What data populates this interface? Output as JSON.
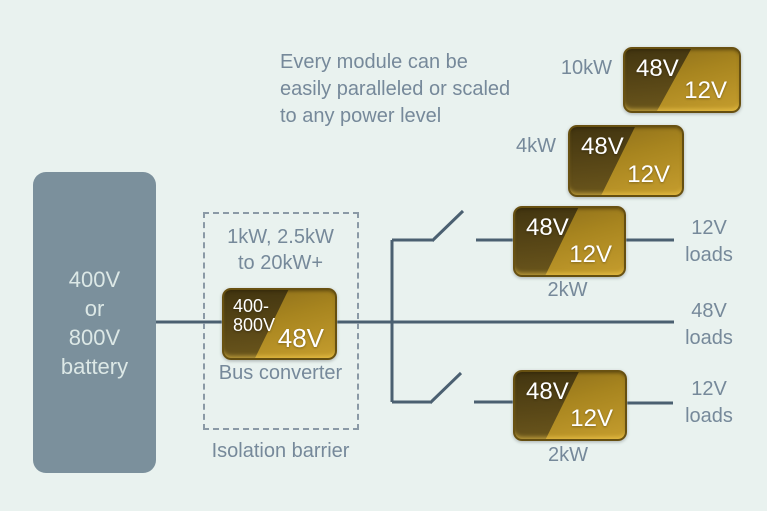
{
  "colors": {
    "background": "#e9f2ef",
    "battery_fill": "#7b909c",
    "battery_text": "#dce8e6",
    "wire": "#4b6071",
    "label_text": "#76899a",
    "dashed_border": "#8b9aa6",
    "module_gold": "#c59d2e",
    "module_dark_face": "#4a3b12",
    "module_text": "#ffffff"
  },
  "annotation": {
    "text": "Every module can be\neasily paralleled or scaled\nto any power level"
  },
  "battery": {
    "label": "400V\nor\n800V\nbattery"
  },
  "isolation": {
    "rating": "1kW, 2.5kW\nto 20kW+",
    "converter_label": "Bus converter",
    "barrier_label": "Isolation barrier"
  },
  "bus_module": {
    "input": "400-\n800V",
    "output": "48V"
  },
  "modules": [
    {
      "id": "module-10kw",
      "power": "10kW",
      "input": "48V",
      "output": "12V"
    },
    {
      "id": "module-4kw",
      "power": "4kW",
      "input": "48V",
      "output": "12V"
    },
    {
      "id": "module-2kw-top",
      "power": "2kW",
      "input": "48V",
      "output": "12V"
    },
    {
      "id": "module-2kw-bottom",
      "power": "2kW",
      "input": "48V",
      "output": "12V"
    }
  ],
  "loads": {
    "top": "12V\nloads",
    "mid": "48V\nloads",
    "bottom": "12V\nloads"
  }
}
